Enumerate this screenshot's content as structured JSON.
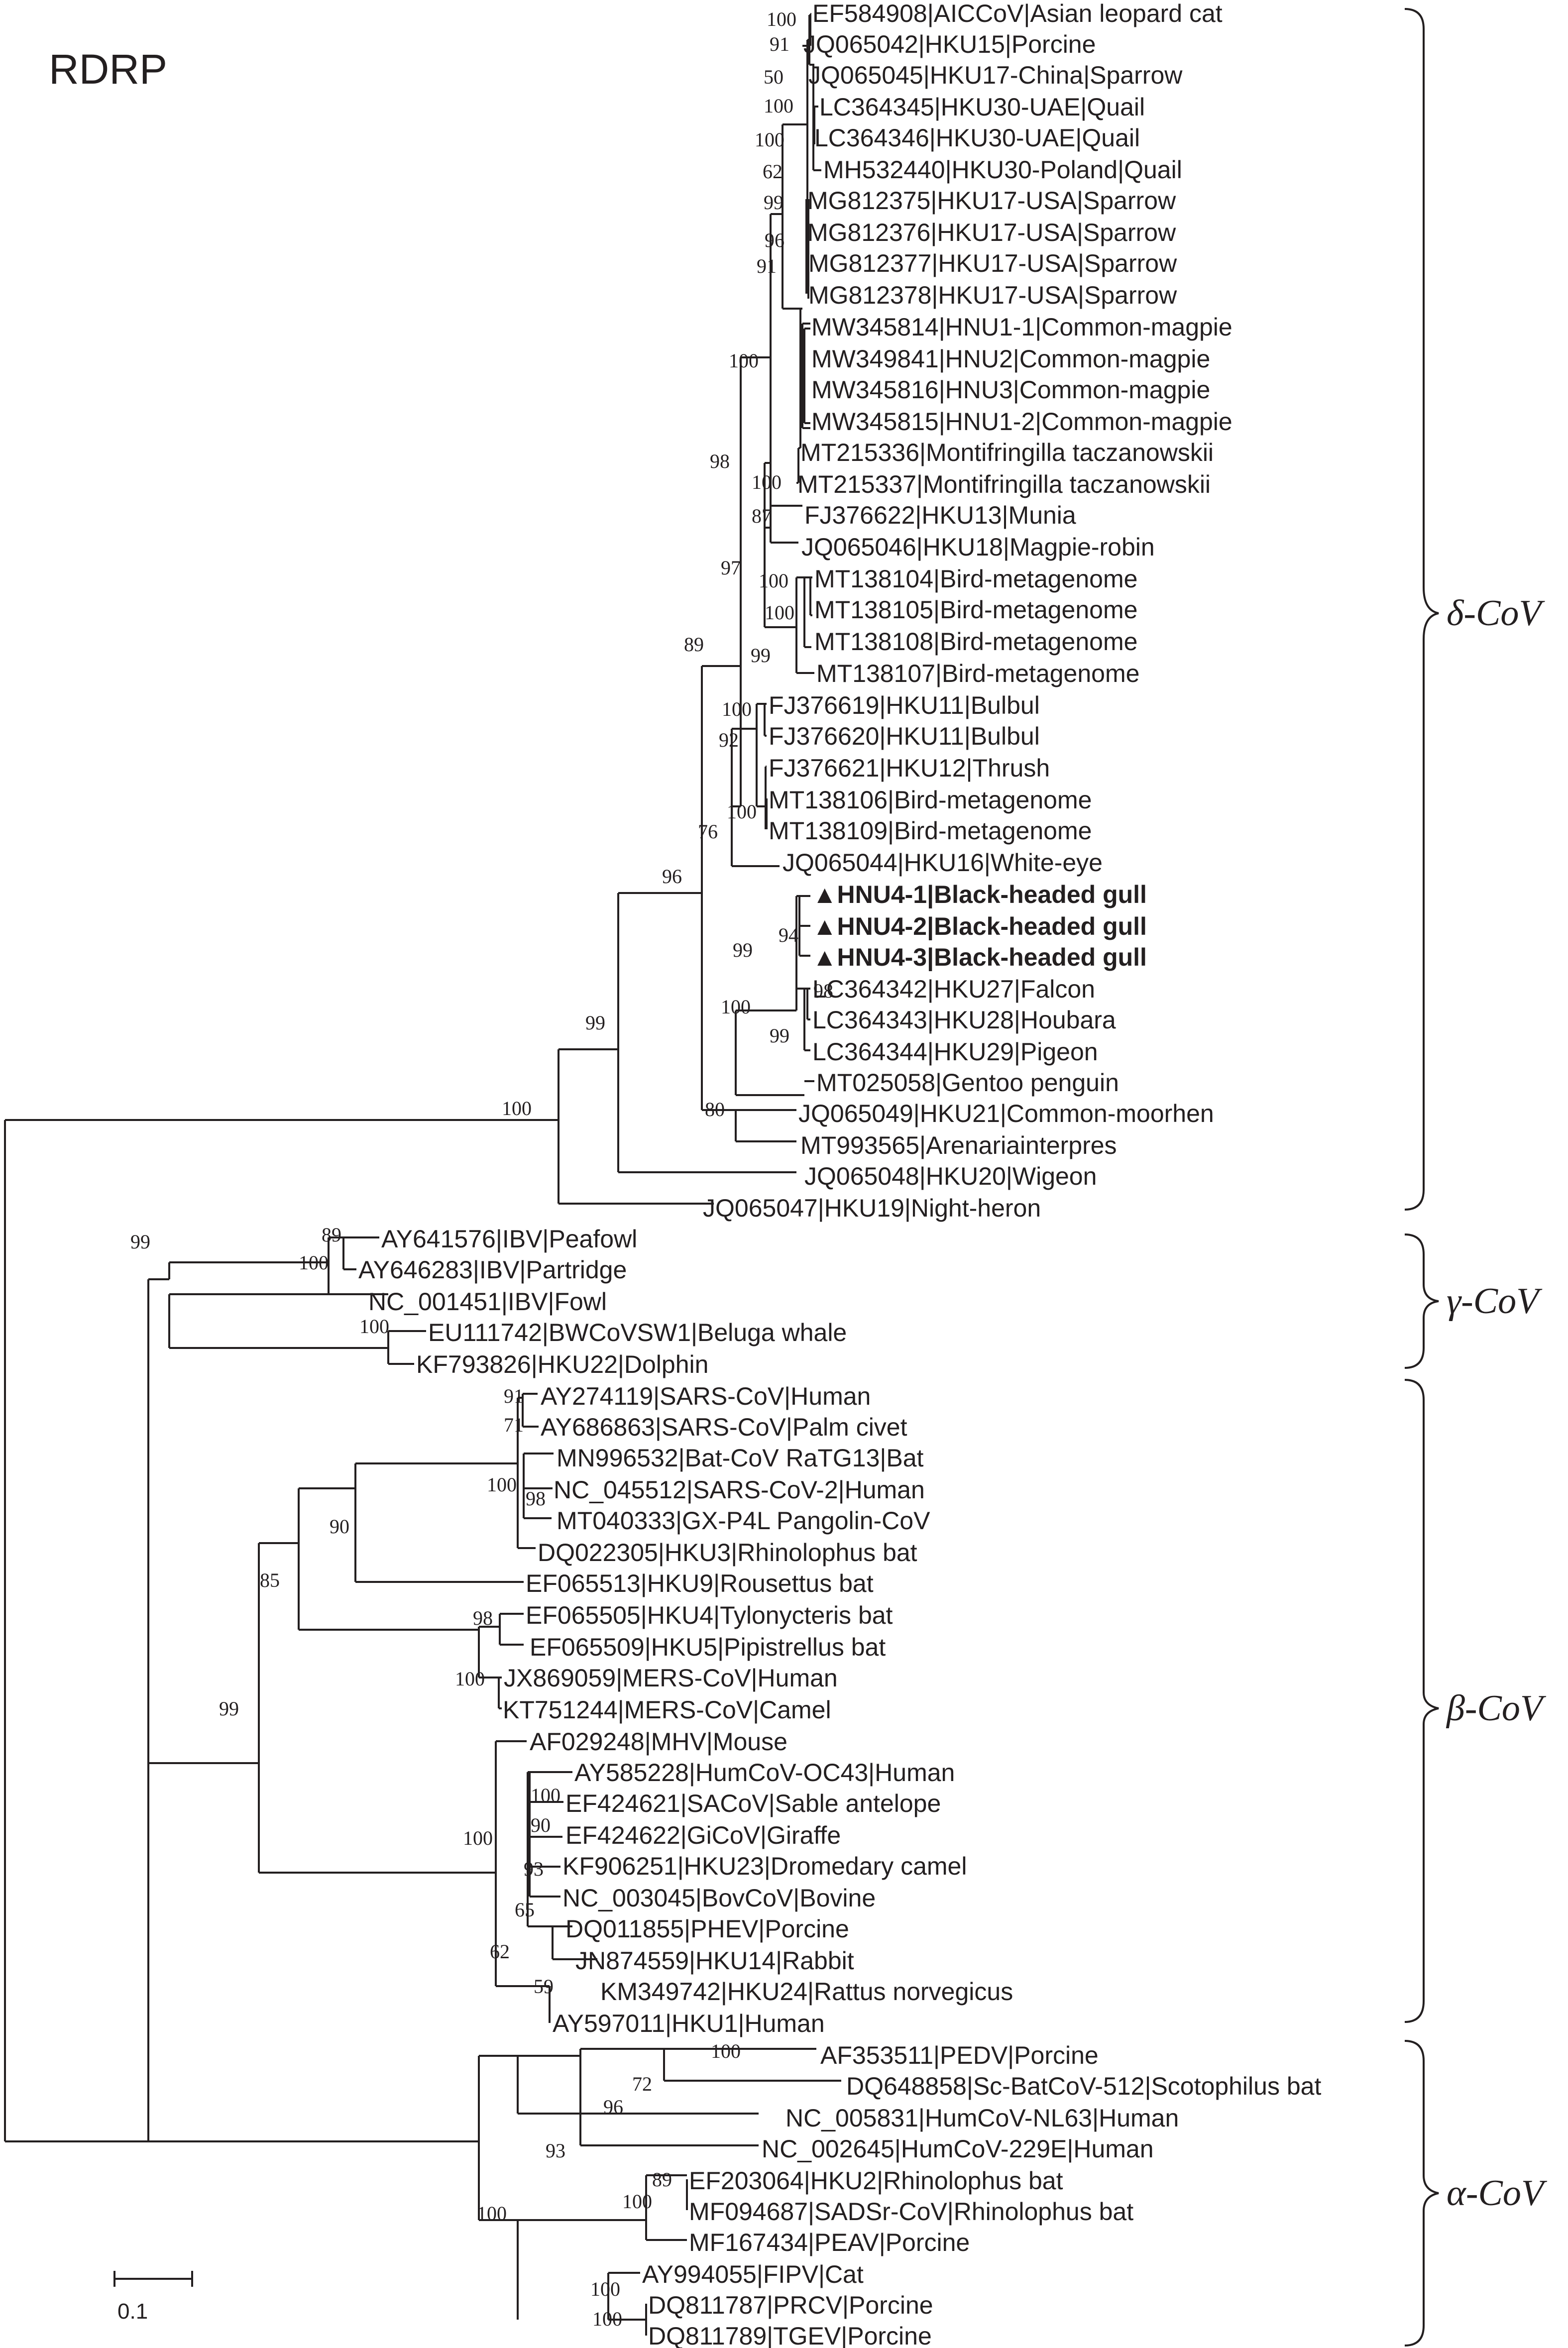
{
  "title": "RDRP",
  "scale_label": "0.1",
  "groups": [
    "δ-CoV",
    "γ-CoV",
    "β-CoV",
    "α-CoV"
  ],
  "leaves": [
    "EF584908|AICCoV|Asian leopard cat",
    "JQ065042|HKU15|Porcine",
    "JQ065045|HKU17-China|Sparrow",
    "LC364345|HKU30-UAE|Quail",
    "LC364346|HKU30-UAE|Quail",
    "MH532440|HKU30-Poland|Quail",
    "MG812375|HKU17-USA|Sparrow",
    "MG812376|HKU17-USA|Sparrow",
    "MG812377|HKU17-USA|Sparrow",
    "MG812378|HKU17-USA|Sparrow",
    "MW345814|HNU1-1|Common-magpie",
    "MW349841|HNU2|Common-magpie",
    "MW345816|HNU3|Common-magpie",
    "MW345815|HNU1-2|Common-magpie",
    "MT215336|Montifringilla taczanowskii",
    "MT215337|Montifringilla taczanowskii",
    "FJ376622|HKU13|Munia",
    "JQ065046|HKU18|Magpie-robin",
    "MT138104|Bird-metagenome",
    "MT138105|Bird-metagenome",
    "MT138108|Bird-metagenome",
    "MT138107|Bird-metagenome",
    "FJ376619|HKU11|Bulbul",
    "FJ376620|HKU11|Bulbul",
    "FJ376621|HKU12|Thrush",
    "MT138106|Bird-metagenome",
    "MT138109|Bird-metagenome",
    "JQ065044|HKU16|White-eye",
    "▲HNU4-1|Black-headed gull",
    "▲HNU4-2|Black-headed gull",
    "▲HNU4-3|Black-headed gull",
    "LC364342|HKU27|Falcon",
    "LC364343|HKU28|Houbara",
    "LC364344|HKU29|Pigeon",
    "MT025058|Gentoo penguin",
    "JQ065049|HKU21|Common-moorhen",
    "MT993565|Arenariainterpres",
    "JQ065048|HKU20|Wigeon",
    "JQ065047|HKU19|Night-heron",
    "AY641576|IBV|Peafowl",
    "AY646283|IBV|Partridge",
    "NC_001451|IBV|Fowl",
    "EU111742|BWCoVSW1|Beluga whale",
    "KF793826|HKU22|Dolphin",
    "AY274119|SARS-CoV|Human",
    "AY686863|SARS-CoV|Palm civet",
    "MN996532|Bat-CoV RaTG13|Bat",
    "NC_045512|SARS-CoV-2|Human",
    "MT040333|GX-P4L Pangolin-CoV",
    "DQ022305|HKU3|Rhinolophus bat",
    "EF065513|HKU9|Rousettus bat",
    "EF065505|HKU4|Tylonycteris bat",
    "EF065509|HKU5|Pipistrellus bat",
    "JX869059|MERS-CoV|Human",
    "KT751244|MERS-CoV|Camel",
    "AF029248|MHV|Mouse",
    "AY585228|HumCoV-OC43|Human",
    "EF424621|SACoV|Sable antelope",
    "EF424622|GiCoV|Giraffe",
    "KF906251|HKU23|Dromedary camel",
    "NC_003045|BovCoV|Bovine",
    "DQ011855|PHEV|Porcine",
    "JN874559|HKU14|Rabbit",
    "KM349742|HKU24|Rattus norvegicus",
    "AY597011|HKU1|Human",
    "AF353511|PEDV|Porcine",
    "DQ648858|Sc-BatCoV-512|Scotophilus bat",
    "NC_005831|HumCoV-NL63|Human",
    "NC_002645|HumCoV-229E|Human",
    "EF203064|HKU2|Rhinolophus bat",
    "MF094687|SADSr-CoV|Rhinolophus bat",
    "MF167434|PEAV|Porcine",
    "AY994055|FIPV|Cat",
    "DQ811787|PRCV|Porcine",
    "DQ811789|TGEV|Porcine"
  ],
  "bootstraps": [
    "100",
    "91",
    "50",
    "100",
    "100",
    "62",
    "99",
    "96",
    "91",
    "100",
    "98",
    "100",
    "87",
    "97",
    "100",
    "100",
    "99",
    "89",
    "100",
    "92",
    "100",
    "76",
    "96",
    "99",
    "94",
    "98",
    "100",
    "99",
    "99",
    "80",
    "100",
    "89",
    "100",
    "99",
    "100",
    "91",
    "71",
    "100",
    "98",
    "90",
    "98",
    "100",
    "85",
    "99",
    "100",
    "100",
    "90",
    "93",
    "65",
    "62",
    "59",
    "100",
    "72",
    "96",
    "93",
    "89",
    "100",
    "100",
    "100",
    "100"
  ]
}
